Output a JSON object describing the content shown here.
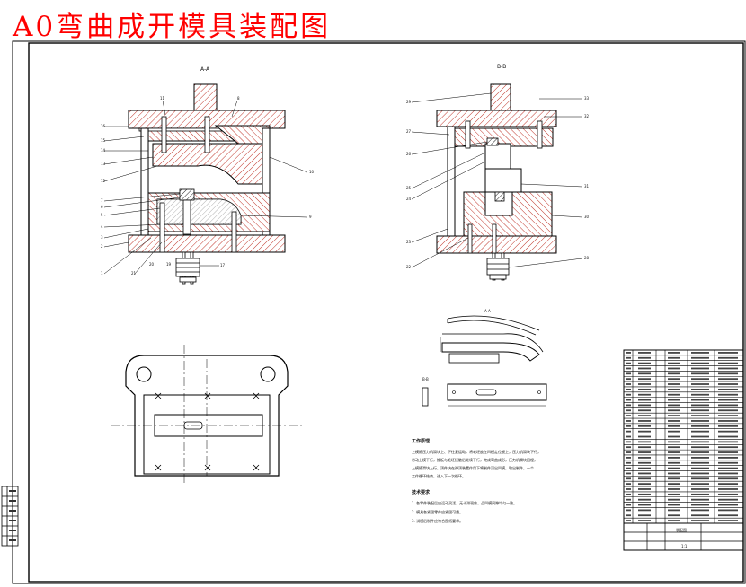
{
  "title": "A0弯曲成开模具装配图",
  "views": {
    "section_a": "A-A",
    "section_b": "B-B",
    "detail_top": "A-A",
    "detail_small": "B-B"
  },
  "tech_notes": {
    "work_process": {
      "heading": "工作原理",
      "lines": [
        "上模随压力机滑块上、下往复运动，将毛坯放在凹模定位板上，压力机滑块下行，",
        "带动上模下行，推板与毛坯接触后继续下行，完成弯曲成形，压力机滑块回程，",
        "上模随滑块上行，顶件块在弹顶装置作用下将制件顶出凹模，取出制件，一个",
        "工作循环结束，进入下一次循环。"
      ]
    },
    "tech_requirements": {
      "heading": "技术要求",
      "lines": [
        "1. 各零件装配后应运动灵活，无卡滞现象，凸凹模间隙均匀一致。",
        "2. 模具各紧固零件应紧固可靠。",
        "3. 试模后制件应符合图纸要求。"
      ]
    }
  },
  "parts_table": {
    "rows": 33,
    "title_block": {
      "drawing_name": "装配图",
      "scale": "1:1"
    }
  },
  "left_strip": {
    "cells": 6
  }
}
